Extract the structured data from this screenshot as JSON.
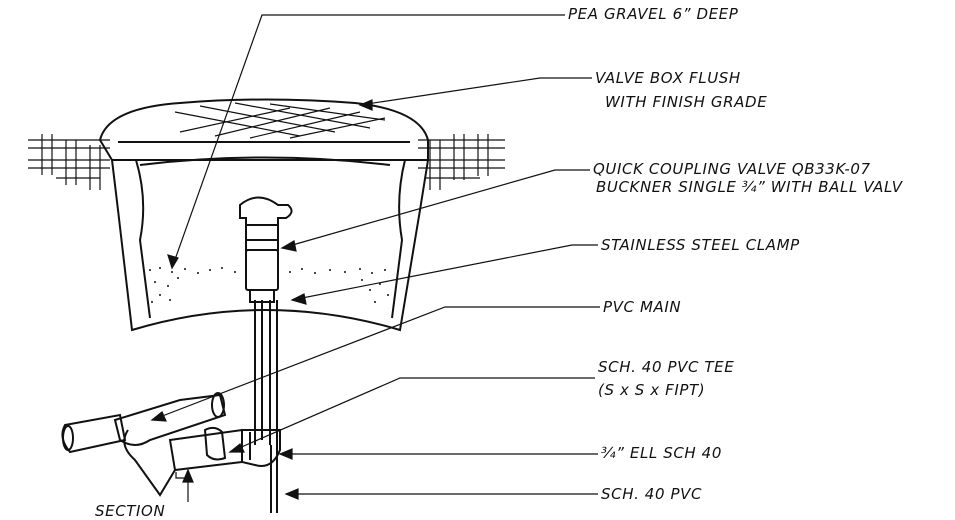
{
  "drawing": {
    "callouts": [
      {
        "id": "pea-gravel",
        "lines": [
          "PEA GRAVEL 6” DEEP"
        ]
      },
      {
        "id": "valve-box",
        "lines": [
          "VALVE BOX FLUSH",
          "WITH FINISH GRADE"
        ]
      },
      {
        "id": "quick-coupling",
        "lines": [
          "QUICK COUPLING VALVE QB33K-07",
          "BUCKNER SINGLE ¾” WITH BALL VALV"
        ]
      },
      {
        "id": "clamp",
        "lines": [
          "STAINLESS STEEL CLAMP"
        ]
      },
      {
        "id": "pvc-main",
        "lines": [
          "PVC MAIN"
        ]
      },
      {
        "id": "tee",
        "lines": [
          "SCH. 40 PVC TEE",
          "(S x S x FIPT)"
        ]
      },
      {
        "id": "ell",
        "lines": [
          "¾” ELL SCH 40"
        ]
      },
      {
        "id": "sch40",
        "lines": [
          "SCH. 40 PVC"
        ]
      }
    ],
    "section_label": "SECTION"
  }
}
